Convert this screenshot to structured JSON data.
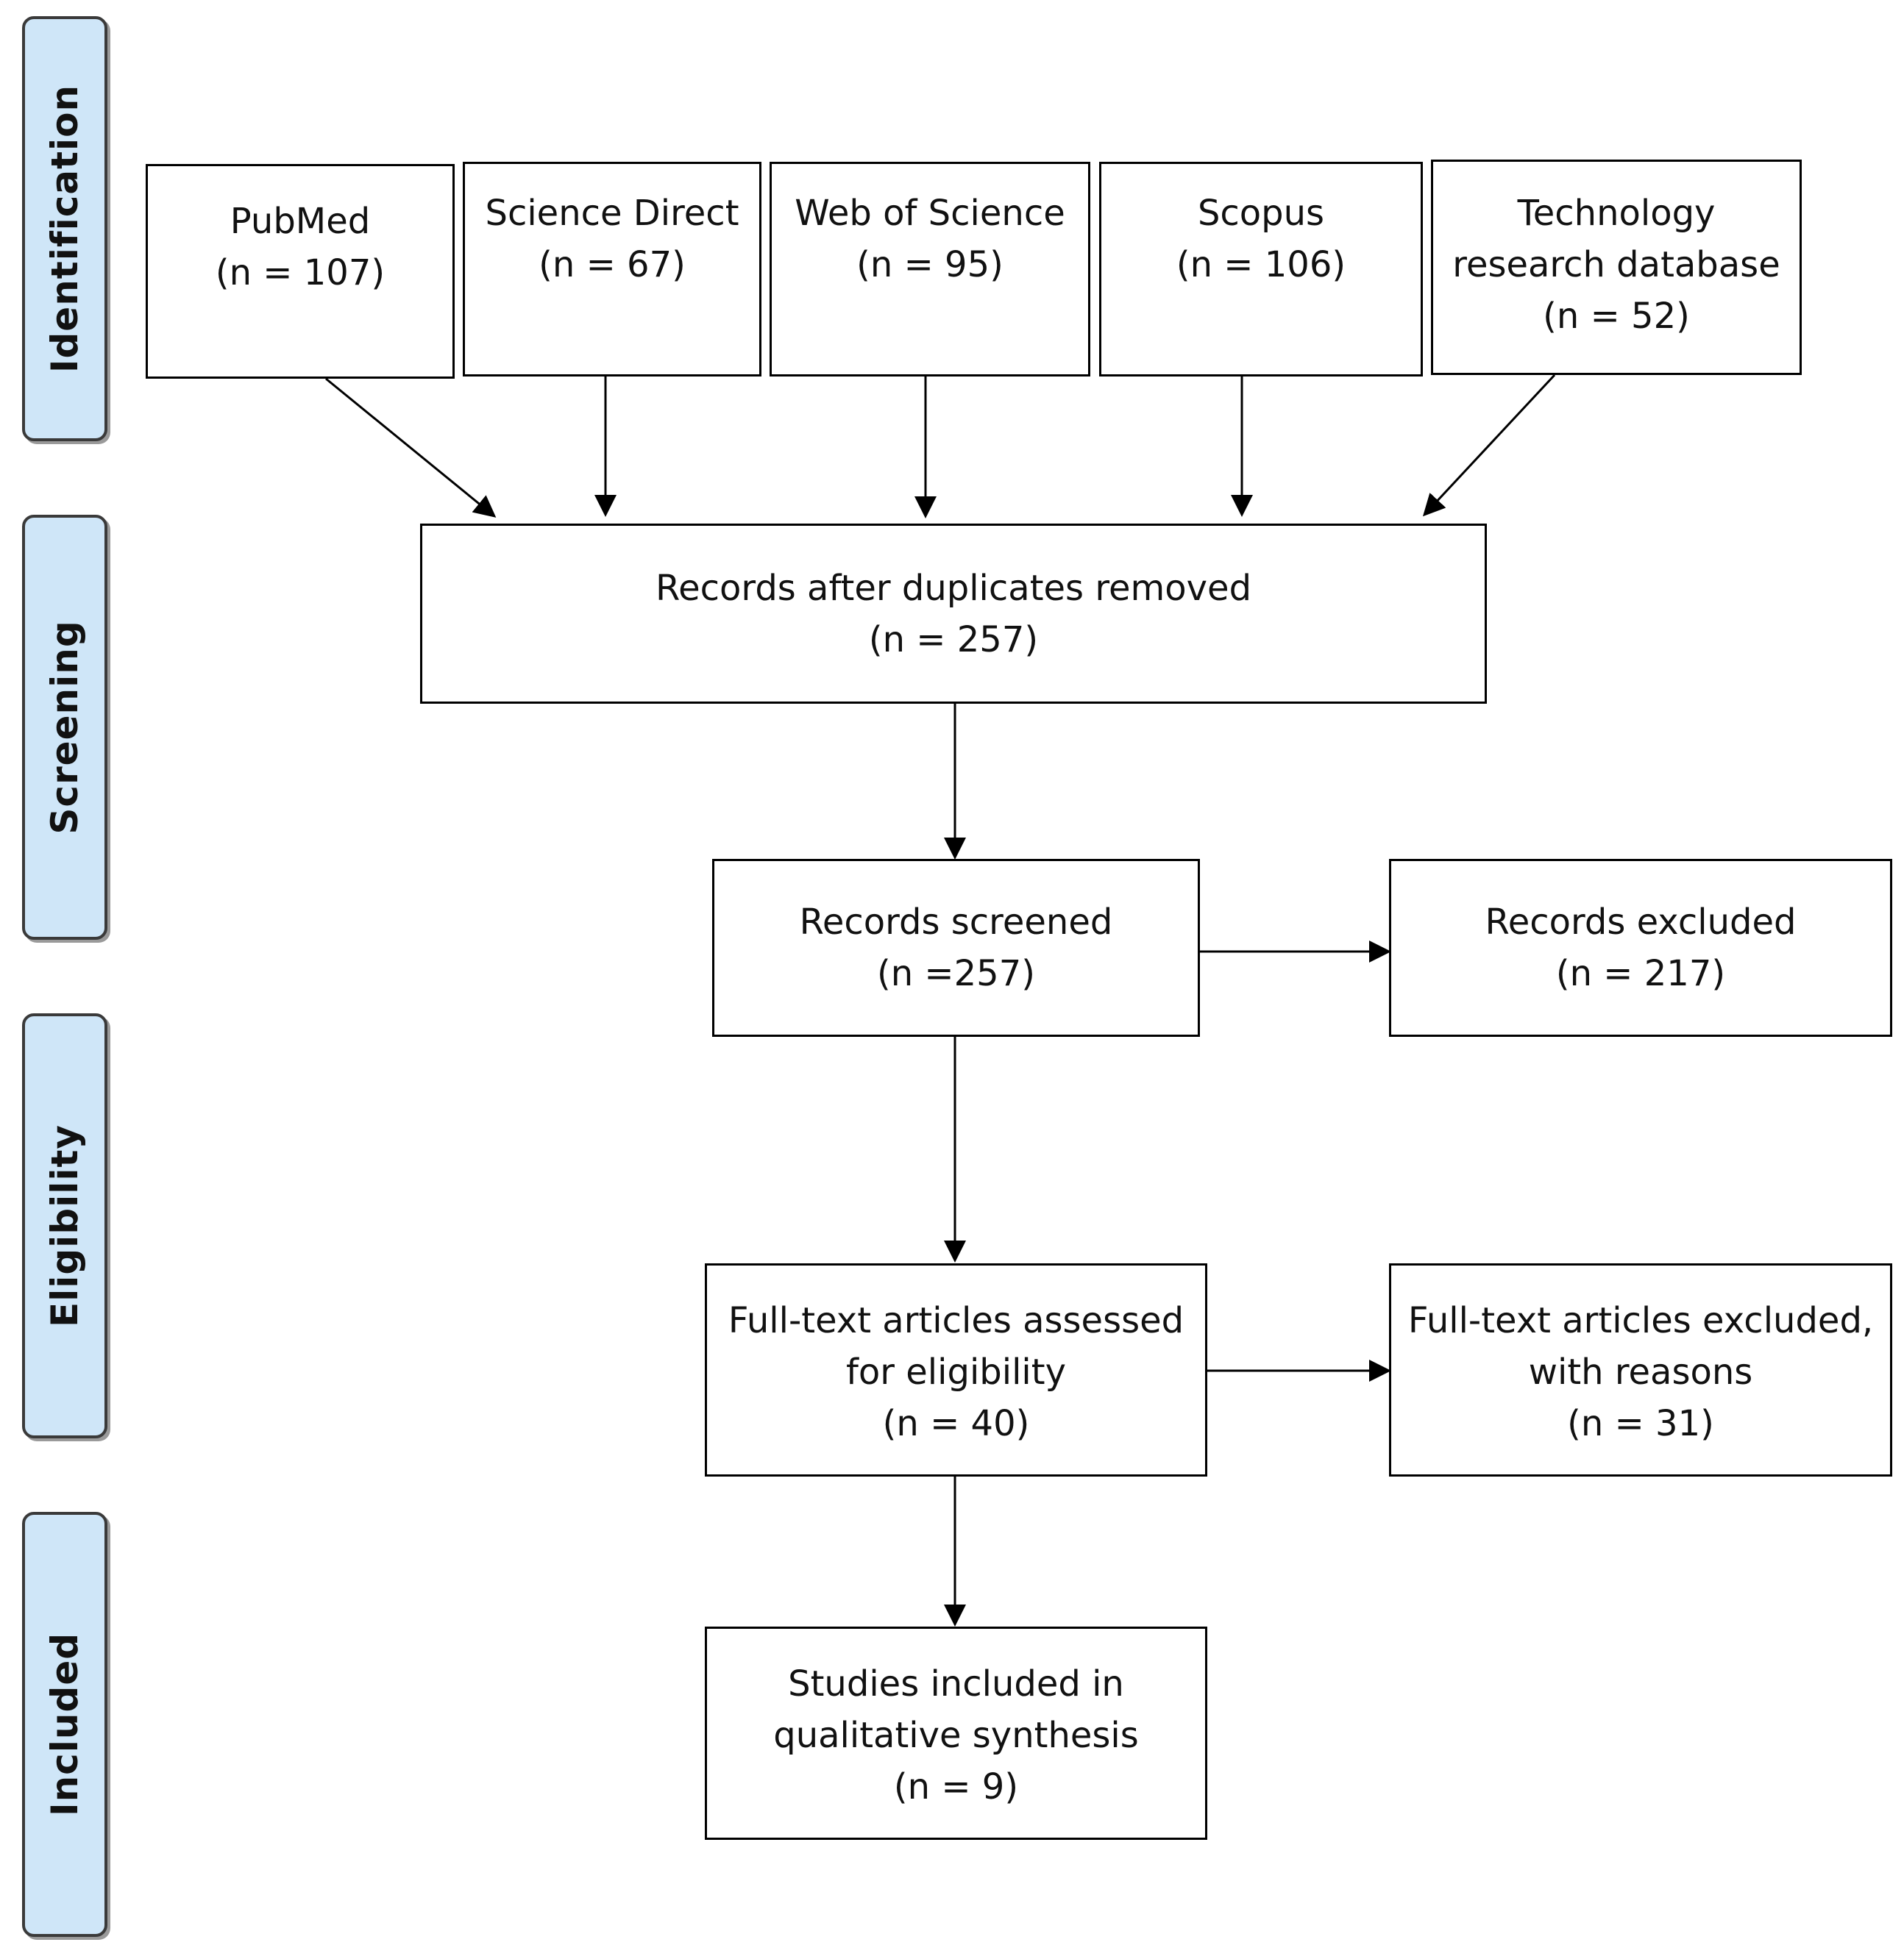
{
  "phases": {
    "identification": "Identification",
    "screening": "Screening",
    "eligibility": "Eligibility",
    "included": "Included"
  },
  "sources": [
    {
      "line1": "PubMed",
      "line2": "(n = 107)"
    },
    {
      "line1": "Science Direct",
      "line2": "(n = 67)"
    },
    {
      "line1": "Web of Science",
      "line2": "(n = 95)"
    },
    {
      "line1": "Scopus",
      "line2": "(n = 106)"
    },
    {
      "line1": "Technology",
      "line2": "research database",
      "line3": "(n = 52)"
    }
  ],
  "dedup": {
    "line1": "Records after duplicates removed",
    "line2": "(n = 257)"
  },
  "screened": {
    "line1": "Records screened",
    "line2": "(n =257)"
  },
  "excluded": {
    "line1": "Records excluded",
    "line2": "(n = 217)"
  },
  "fulltext": {
    "line1": "Full-text articles assessed",
    "line2": "for eligibility",
    "line3": "(n = 40)"
  },
  "fulltext_excluded": {
    "line1": "Full-text articles excluded,",
    "line2": "with reasons",
    "line3": "(n = 31)"
  },
  "included": {
    "line1": "Studies included in",
    "line2": "qualitative synthesis",
    "line3": "(n = 9)"
  }
}
